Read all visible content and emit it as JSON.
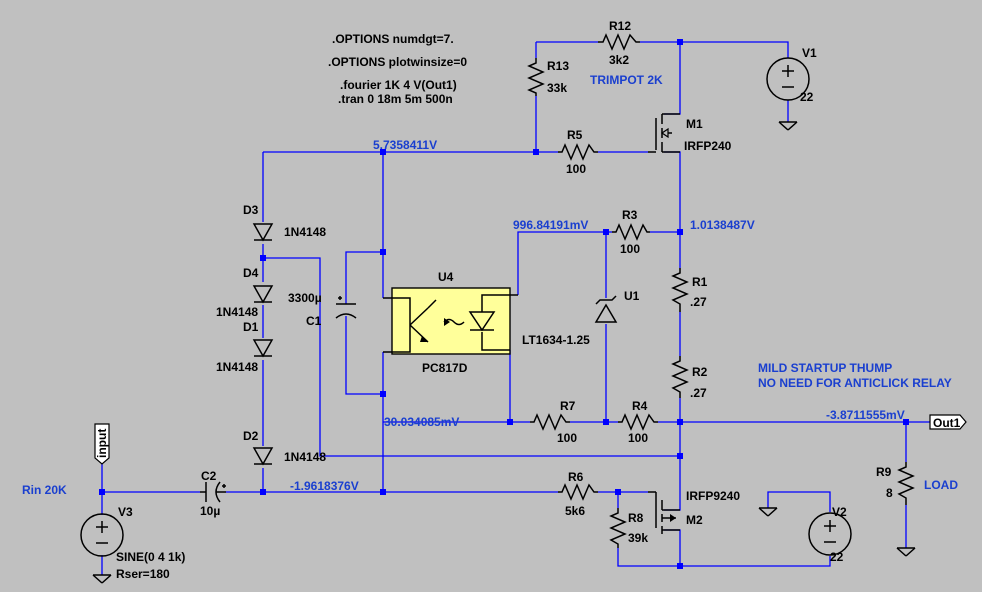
{
  "directives": [
    ".OPTIONS numdgt=7.",
    ".OPTIONS plotwinsize=0",
    ".fourier 1K 4 V(Out1)",
    ".tran 0 18m 5m 500n"
  ],
  "notes": {
    "trimpot": "TRIMPOT 2K",
    "thump_1": "MILD STARTUP THUMP",
    "thump_2": "NO NEED FOR ANTICLICK RELAY",
    "rin": "Rin 20K",
    "load": "LOAD"
  },
  "voltages": {
    "v_top": "5.7358411V",
    "v_ref": "996.84191mV",
    "v_src": "1.0138487V",
    "v_mid": "30.034085mV",
    "v_out": "-3.8711555mV",
    "v_bot": "-1.9618376V"
  },
  "ports": {
    "input": "input",
    "out1": "Out1"
  },
  "components": {
    "r12": {
      "name": "R12",
      "value": "3k2"
    },
    "r13": {
      "name": "R13",
      "value": "33k"
    },
    "r5": {
      "name": "R5",
      "value": "100"
    },
    "r3": {
      "name": "R3",
      "value": "100"
    },
    "r1": {
      "name": "R1",
      "value": ".27"
    },
    "r2": {
      "name": "R2",
      "value": ".27"
    },
    "r7": {
      "name": "R7",
      "value": "100"
    },
    "r4": {
      "name": "R4",
      "value": "100"
    },
    "r6": {
      "name": "R6",
      "value": "5k6"
    },
    "r8": {
      "name": "R8",
      "value": "39k"
    },
    "r9": {
      "name": "R9",
      "value": "8"
    },
    "m1": {
      "name": "M1",
      "value": "IRFP240"
    },
    "m2": {
      "name": "M2",
      "value": "IRFP9240"
    },
    "v1": {
      "name": "V1",
      "value": "22"
    },
    "v2": {
      "name": "V2",
      "value": "22"
    },
    "v3": {
      "name": "V3",
      "value": "SINE(0 4 1k)",
      "extra": "Rser=180"
    },
    "u4": {
      "name": "U4",
      "value": "PC817D"
    },
    "u1": {
      "name": "U1",
      "value": "LT1634-1.25"
    },
    "d1": {
      "name": "D1",
      "value": "1N4148"
    },
    "d2": {
      "name": "D2",
      "value": "1N4148"
    },
    "d3": {
      "name": "D3",
      "value": "1N4148"
    },
    "d4": {
      "name": "D4",
      "value": "1N4148"
    },
    "c1": {
      "name": "C1",
      "value": "3300µ"
    },
    "c2": {
      "name": "C2",
      "value": "10µ"
    }
  }
}
